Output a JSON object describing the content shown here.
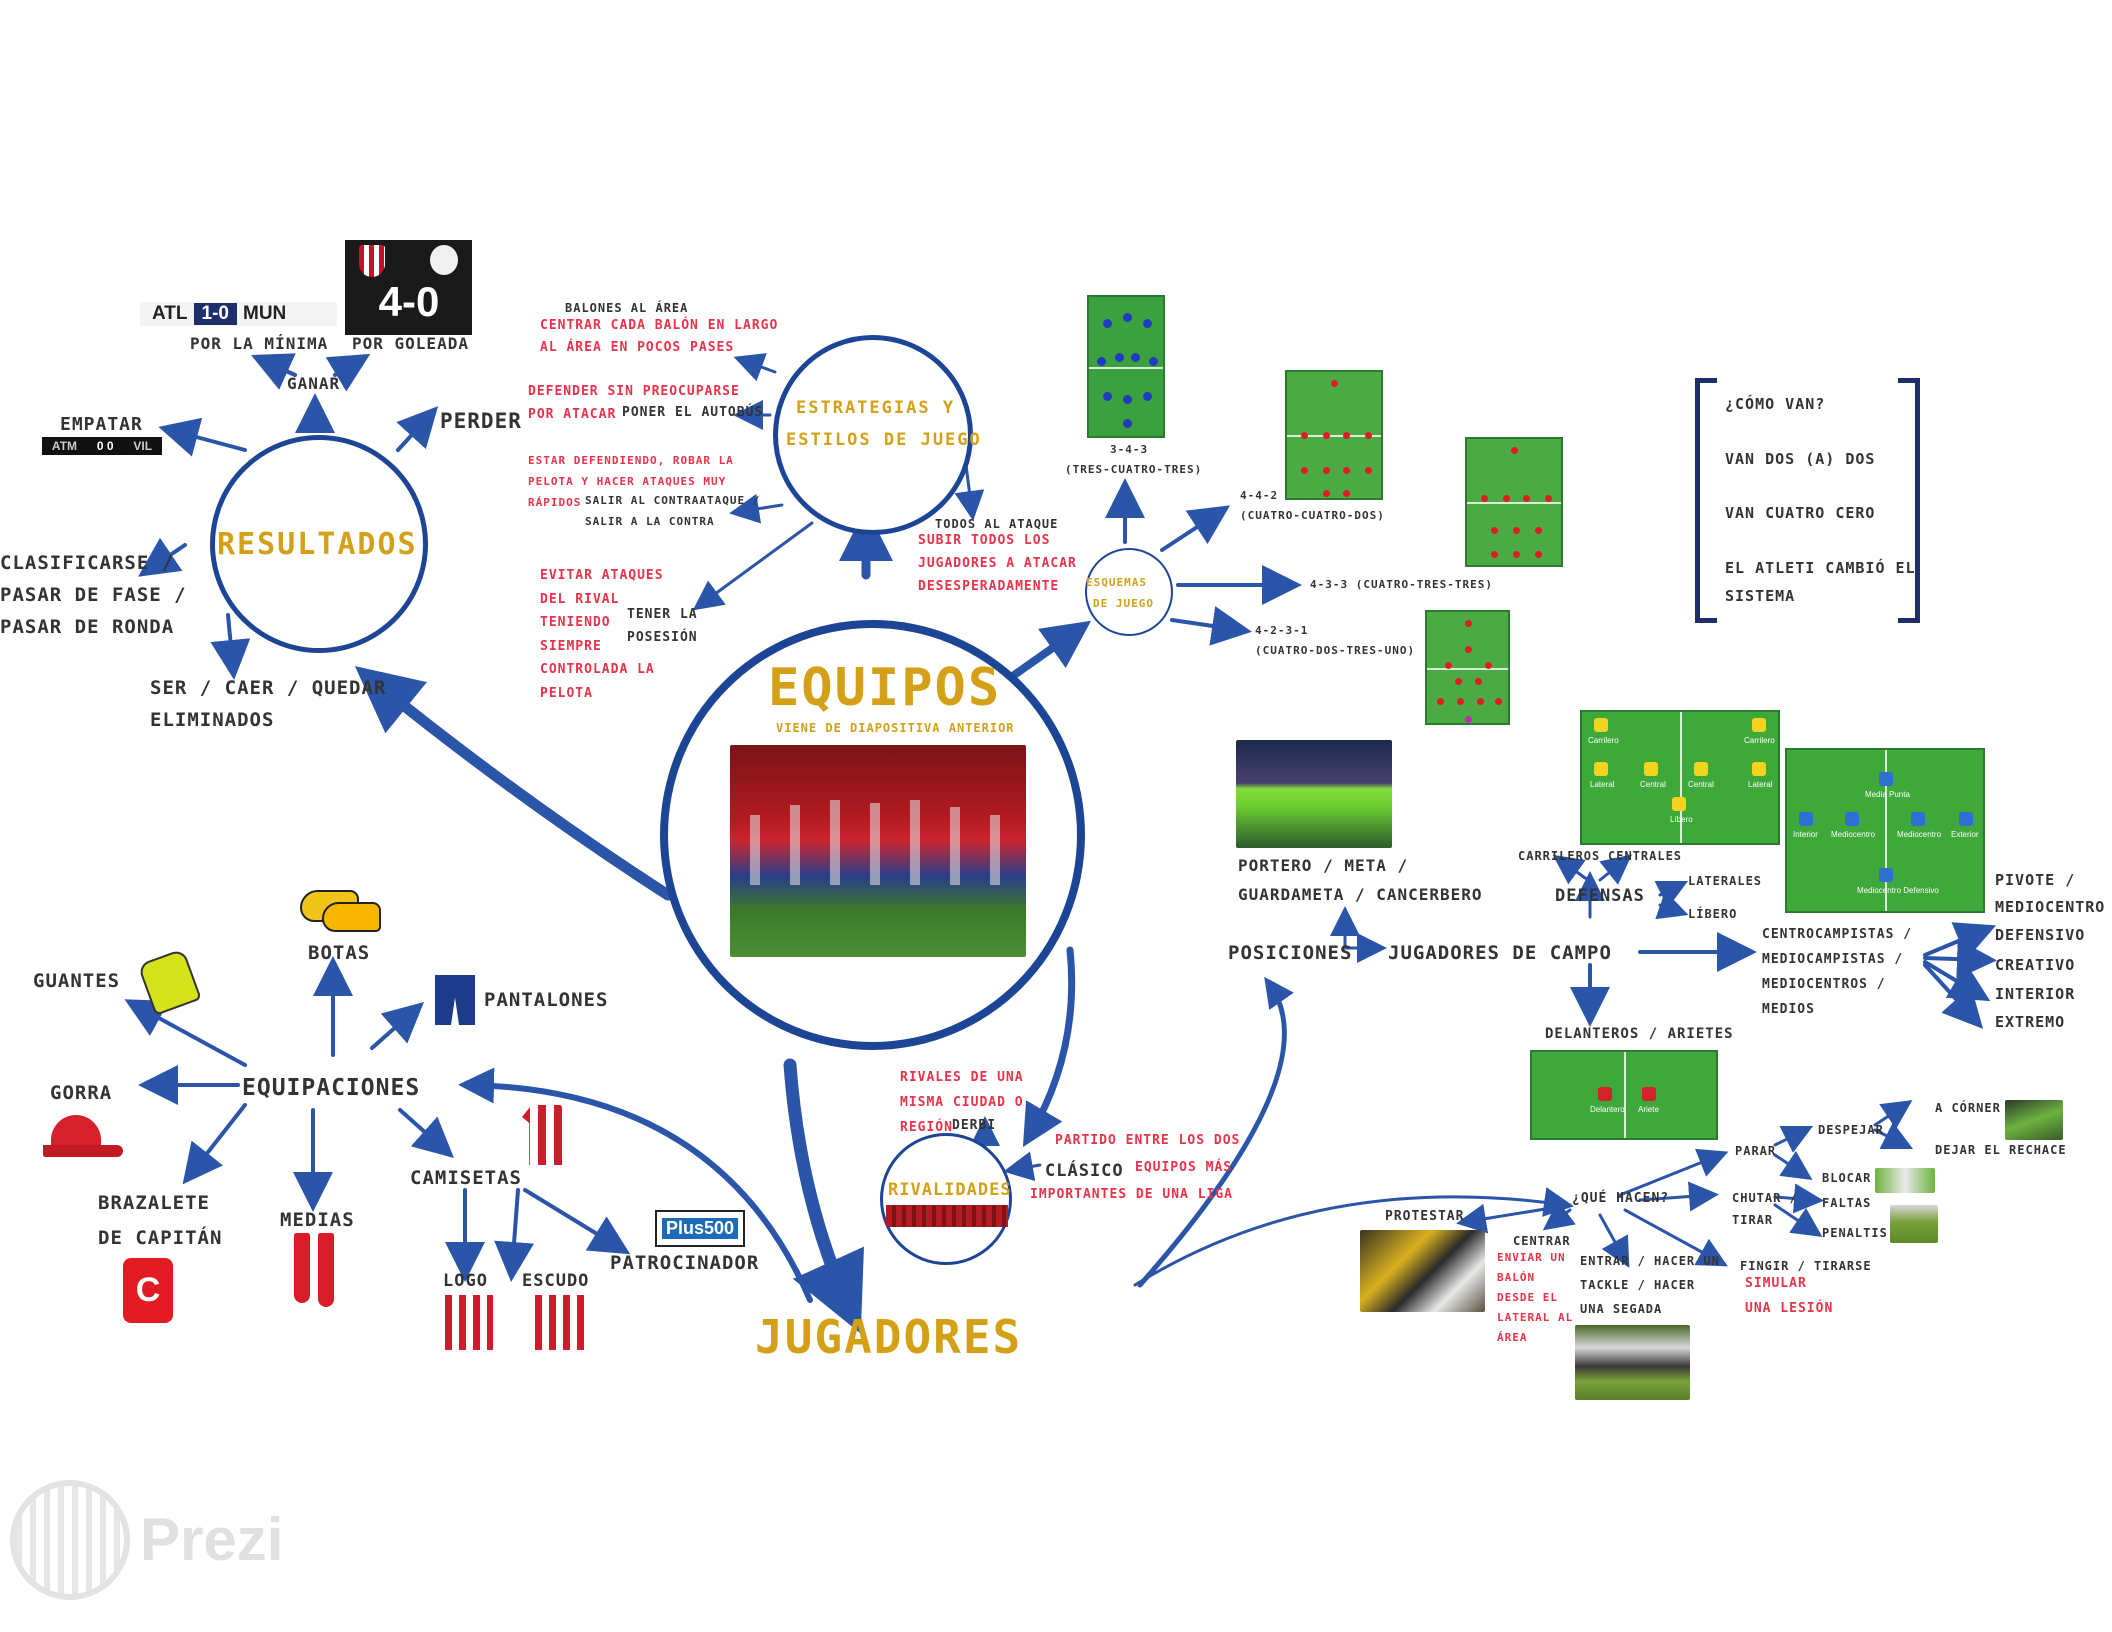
{
  "center": {
    "title": "EQUIPOS",
    "subtitle": "Viene de diapositiva anterior"
  },
  "resultados": {
    "title": "RESULTADOS",
    "ganar": "GANAR",
    "minima": "POR LA MÍNIMA",
    "goleada": "POR GOLEADA",
    "empatar": "EMPATAR",
    "perder": "PERDER",
    "clasificarse": [
      "CLASIFICARSE /",
      "PASAR DE FASE /",
      "PASAR DE RONDA"
    ],
    "eliminados": [
      "SER / CAER / QUEDAR",
      "ELIMINADOS"
    ],
    "score1": {
      "home": "ATL",
      "score": "1-0",
      "away": "MUN"
    },
    "score2": {
      "score": "4-0"
    },
    "score3": {
      "home": "ATM",
      "score": "0 0",
      "away": "VIL"
    }
  },
  "estrategias": {
    "title": [
      "ESTRATEGIAS Y",
      "ESTILOS DE JUEGO"
    ],
    "balones_area": "BALONES AL ÁREA",
    "centrar": [
      "CENTRAR CADA BALÓN EN LARGO",
      "AL ÁREA EN POCOS PASES"
    ],
    "defender": [
      "DEFENDER SIN PREOCUPARSE",
      "POR ATACAR"
    ],
    "autobus": "PONER EL AUTOBÚS",
    "contra_desc": [
      "ESTAR DEFENDIENDO, ROBAR LA",
      "PELOTA Y HACER ATAQUES MUY",
      "RÁPIDOS"
    ],
    "contraataque": [
      "SALIR AL CONTRAATAQUE /",
      "SALIR A LA CONTRA"
    ],
    "todos_ataque": "TODOS AL ATAQUE",
    "subir": [
      "SUBIR TODOS LOS",
      "JUGADORES A ATACAR",
      "DESESPERADAMENTE"
    ],
    "evitar": [
      "EVITAR ATAQUES",
      "DEL RIVAL",
      "TENIENDO",
      "SIEMPRE",
      "CONTROLADA LA",
      "PELOTA"
    ],
    "posesion": [
      "TENER LA",
      "POSESIÓN"
    ]
  },
  "esquemas": {
    "title": [
      "ESQUEMAS",
      "DE JUEGO"
    ],
    "e343": [
      "3-4-3",
      "(TRES-CUATRO-TRES)"
    ],
    "e442": [
      "4-4-2",
      "(CUATRO-CUATRO-DOS)"
    ],
    "e433": "4-3-3 (CUATRO-TRES-TRES)",
    "e4231": [
      "4-2-3-1",
      "(CUATRO-DOS-TRES-UNO)"
    ]
  },
  "como_van": {
    "lines": [
      "¿CÓMO VAN?",
      "VAN DOS (A) DOS",
      "VAN CUATRO CERO",
      "EL ATLETI CAMBIÓ EL",
      "SISTEMA"
    ]
  },
  "equipaciones": {
    "title": "EQUIPACIONES",
    "guantes": "GUANTES",
    "botas": "BOTAS",
    "pantalones": "PANTALONES",
    "gorra": "GORRA",
    "brazalete": [
      "BRAZALETE",
      "DE CAPITÁN"
    ],
    "medias": "MEDIAS",
    "camisetas": "CAMISETAS",
    "logo": "LOGO",
    "escudo": "ESCUDO",
    "patrocinador": "PATROCINADOR",
    "sponsor_text": "Plus500",
    "captain_letter": "C"
  },
  "jugadores": {
    "title": "JUGADORES"
  },
  "rivalidades": {
    "title": "RIVALIDADES",
    "rivales": [
      "RIVALES DE UNA",
      "MISMA CIUDAD O",
      "REGIÓN"
    ],
    "derbi": "DERBI",
    "clasico": "CLÁSICO",
    "partido": [
      "PARTIDO ENTRE LOS DOS",
      "EQUIPOS MÁS",
      "IMPORTANTES DE UNA LIGA"
    ]
  },
  "posiciones": {
    "posiciones": "POSICIONES",
    "jugadores_campo": "JUGADORES DE CAMPO",
    "portero": [
      "PORTERO / META /",
      "GUARDAMETA / CANCERBERO"
    ],
    "defensas": "DEFENSAS",
    "carrileros": "CARRILEROS",
    "centrales": "CENTRALES",
    "laterales": "LATERALES",
    "libero": "LÍBERO",
    "centrocampistas": [
      "CENTROCAMPISTAS /",
      "MEDIOCAMPISTAS /",
      "MEDIOCENTROS /",
      "MEDIOS"
    ],
    "mid_roles": [
      "PIVOTE /",
      "MEDIOCENTRO",
      "DEFENSIVO",
      "CREATIVO",
      "INTERIOR",
      "EXTREMO"
    ],
    "delanteros": "DELANTEROS / ARIETES",
    "def_pitch_labels": [
      "Carrilero",
      "Carrilero",
      "Lateral",
      "Central",
      "Central",
      "Lateral",
      "Líbero"
    ],
    "mid_pitch_labels": [
      "Media Punta",
      "Interior",
      "Mediocentro",
      "Mediocentro",
      "Exterior",
      "Mediocentro Defensivo"
    ],
    "fwd_pitch_labels": [
      "Delantero",
      "Ariete"
    ]
  },
  "que_hacen": {
    "title": "¿QUÉ HACEN?",
    "protestar": "PROTESTAR",
    "centrar": "CENTRAR",
    "centrar_desc": [
      "ENVIAR UN",
      "BALÓN",
      "DESDE EL",
      "LATERAL AL",
      "ÁREA"
    ],
    "entrar": [
      "ENTRAR / HACER UN",
      "TACKLE / HACER",
      "UNA SEGADA"
    ],
    "fingir": "FINGIR / TIRARSE",
    "simular": [
      "SIMULAR",
      "UNA LESIÓN"
    ],
    "parar": "PARAR",
    "despejar": "DESPEJAR",
    "corner": "A CÓRNER",
    "rechace": "DEJAR EL RECHACE",
    "blocar": "BLOCAR",
    "chutar": [
      "CHUTAR /",
      "TIRAR"
    ],
    "faltas": "FALTAS",
    "penaltis": "PENALTIS"
  },
  "watermark": "Prezi"
}
